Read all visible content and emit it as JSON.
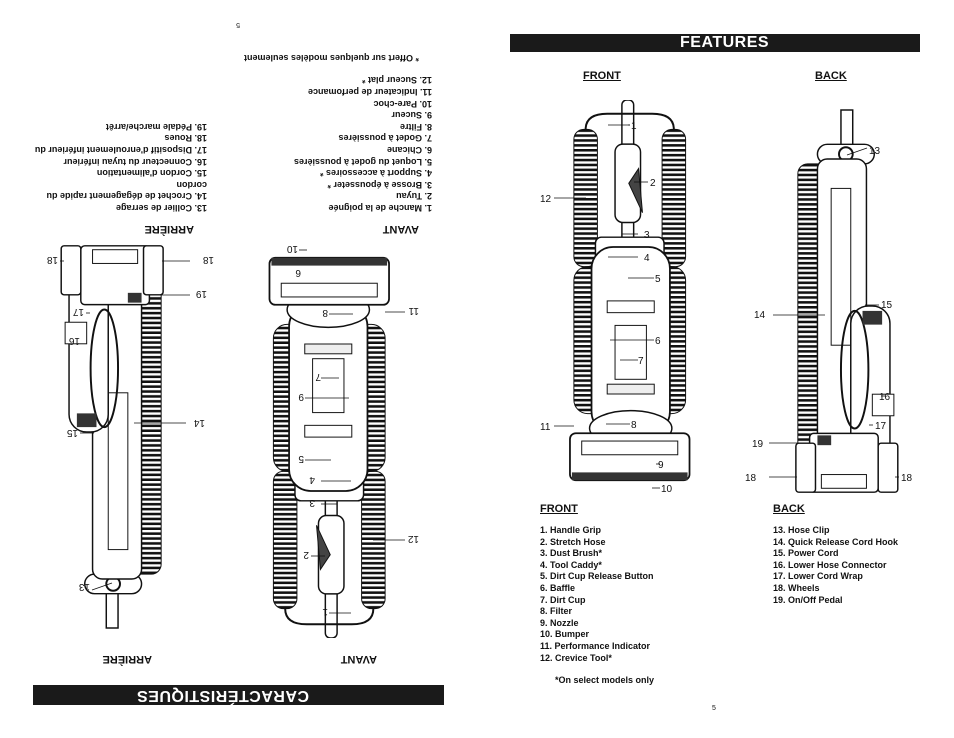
{
  "left_page": {
    "page_number": "5",
    "title": "CARACTÉRISTIQUES",
    "front_label": "AVANT",
    "back_label": "ARRIÈRE",
    "front_items": [
      "1.  Manche de la poignée",
      "2.  Tuyau",
      "3.  Brosse à épousseter *",
      "4.  Support  à accessoires *",
      "5.  Loquet du godet à poussières",
      "6.  Chicane",
      "7.  Godet à poussières",
      "8.  Filtre",
      "9.  Suceur",
      "10. Pare-choc",
      "11. Indicateur de perfomance",
      "12. Suceur plat *"
    ],
    "back_items": [
      "13. Collier de serrage",
      "14. Crochet de dégagement rapide du",
      "      cordon",
      "15. Cordon d'alimentation",
      "16. Connecteur du tuyau inférieur",
      "17. Dispositif d'enroulement inférieur du",
      "18. Roues",
      "19. Pédale marche/arrêt"
    ],
    "footnote": "* Offert sur quelques modèles seulement"
  },
  "right_page": {
    "page_number": "5",
    "title": "FEATURES",
    "front_label": "FRONT",
    "back_label": "BACK",
    "front_items": [
      "1.  Handle Grip",
      "2.  Stretch Hose",
      "3.  Dust Brush*",
      "4.  Tool Caddy*",
      "5.  Dirt Cup Release Button",
      "6.  Baffle",
      "7.  Dirt Cup",
      "8.  Filter",
      "9.  Nozzle",
      "10. Bumper",
      "11. Performance Indicator",
      "12. Crevice Tool*"
    ],
    "back_items": [
      "13. Hose Clip",
      "14. Quick Release Cord Hook",
      "15. Power Cord",
      "16. Lower Hose Connector",
      "17. Lower Cord Wrap",
      "18. Wheels",
      "19. On/Off Pedal"
    ],
    "footnote": "*On select models only"
  },
  "callouts": {
    "front": [
      "1",
      "2",
      "3",
      "4",
      "5",
      "6",
      "7",
      "8",
      "9",
      "10",
      "11",
      "12"
    ],
    "back": [
      "13",
      "14",
      "15",
      "16",
      "17",
      "18",
      "18",
      "19"
    ]
  },
  "colors": {
    "banner_bg": "#1a1a1a",
    "banner_text": "#ffffff",
    "ink": "#111111"
  }
}
